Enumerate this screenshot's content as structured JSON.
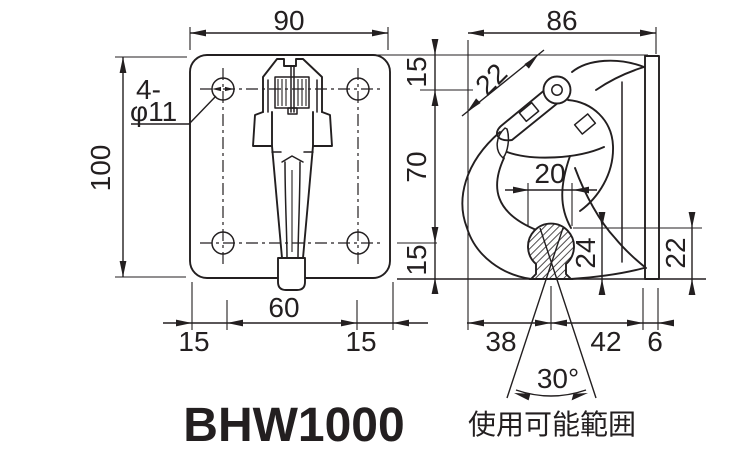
{
  "model_label": "BHW1000",
  "side_view": {
    "width": "86",
    "mouth_opening": "22",
    "rope_width": "20",
    "rope_height": "24",
    "lower_height": "22",
    "tip_to_rope_center": "38",
    "rope_center_to_wall": "42",
    "plate_thickness": "6",
    "swing_angle": "30°",
    "usable_range_label": "使用可能範囲"
  },
  "front_view": {
    "width": "90",
    "height": "100",
    "hole_note_line1": "4-",
    "hole_note_line2": "φ11",
    "top_margin": "15",
    "hole_pitch_vertical": "70",
    "bottom_margin": "15",
    "hole_pitch_horizontal": "60",
    "left_margin": "15",
    "right_margin": "15"
  },
  "colors": {
    "line": "#231f20",
    "background": "#ffffff"
  }
}
